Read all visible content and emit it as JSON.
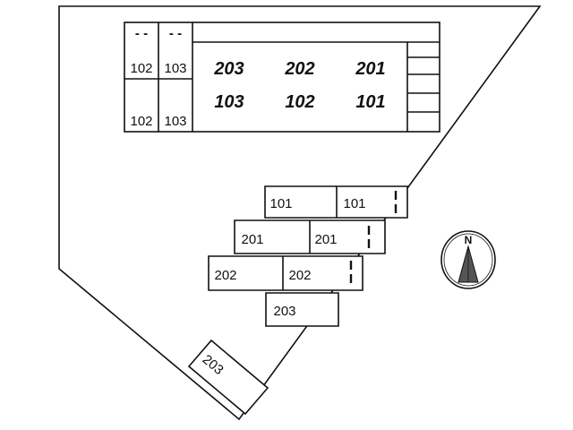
{
  "site_map": {
    "building_top": {
      "dash_left": "- -",
      "dash_right": "- -",
      "lot_upper_left": "102",
      "lot_upper_right": "103",
      "lot_lower_left": "102",
      "lot_lower_right": "103",
      "upper_units": [
        "203",
        "202",
        "201"
      ],
      "lower_units": [
        "103",
        "102",
        "101"
      ]
    },
    "lower_spaces": {
      "row1": [
        "101",
        "101"
      ],
      "row2": [
        "201",
        "201"
      ],
      "row3": [
        "202",
        "202"
      ],
      "row4": "203",
      "angled": "203"
    },
    "compass": {
      "north": "N"
    }
  }
}
